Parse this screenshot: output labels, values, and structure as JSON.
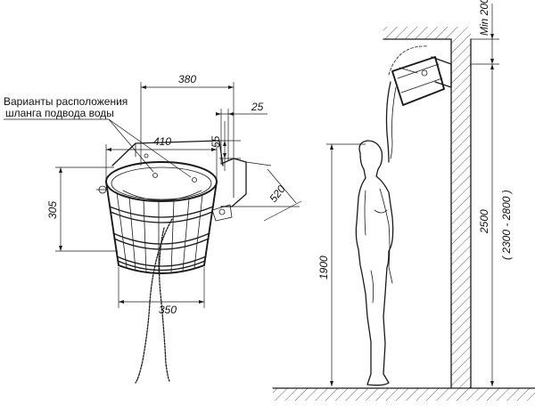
{
  "labels": {
    "hose_line1": "Варианты расположения",
    "hose_line2": "шланга подвода воды"
  },
  "dimensions": {
    "d380": "380",
    "d25": "25",
    "d410": "410",
    "d55": "55",
    "d305": "305",
    "d520": "520",
    "d350": "350",
    "d1900": "1900",
    "d2500": "2500",
    "d_range": "( 2300 - 2800 )",
    "d_min200": "Min 200"
  }
}
